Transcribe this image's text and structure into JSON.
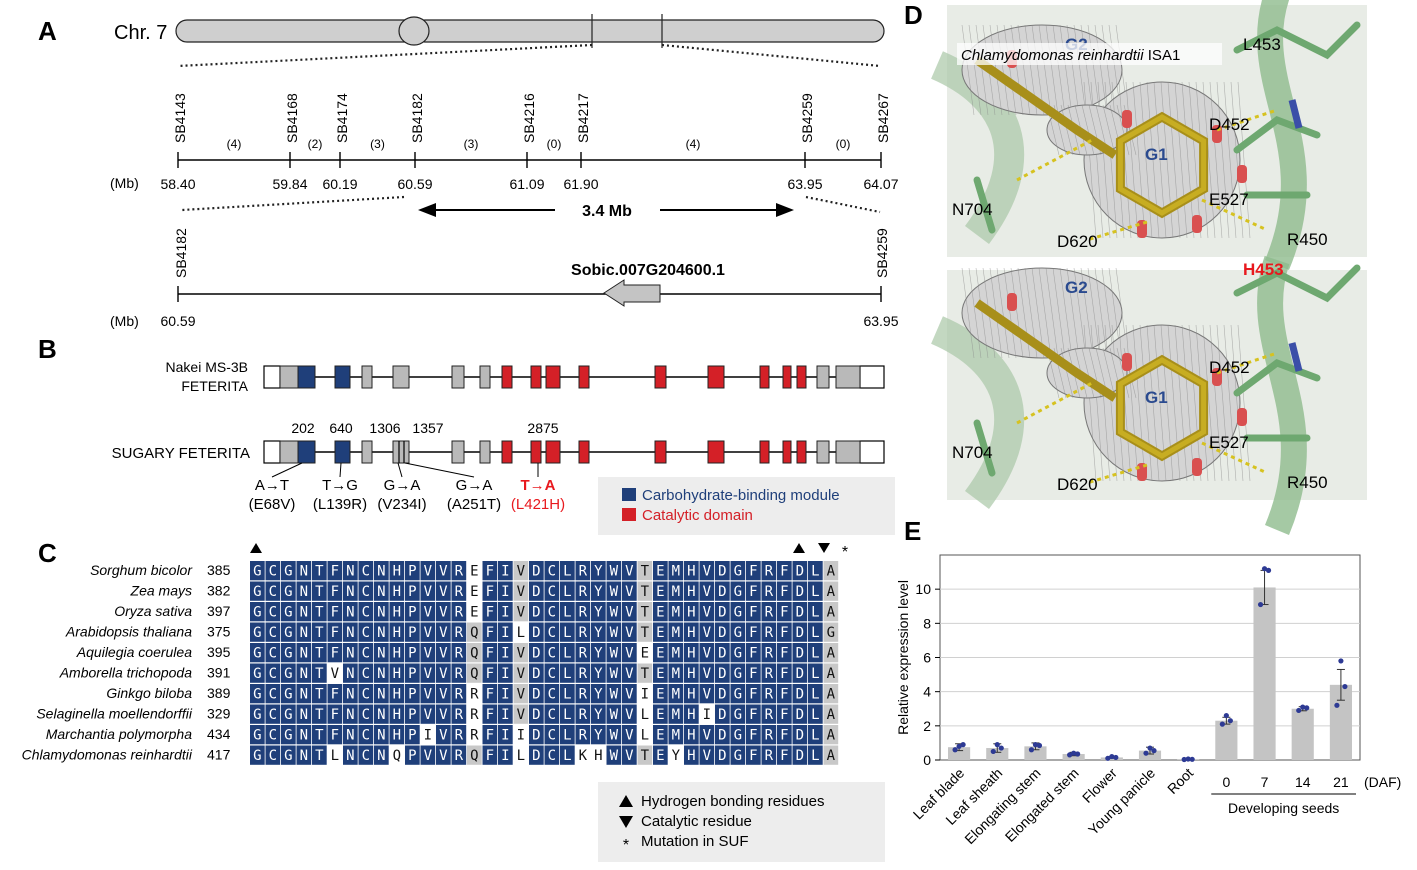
{
  "panel_labels": {
    "a": "A",
    "b": "B",
    "c": "C",
    "d": "D",
    "e": "E"
  },
  "panelA": {
    "chromosome": "Chr. 7",
    "markers_top": [
      {
        "name": "SB4143",
        "pos": "58.40"
      },
      {
        "name": "SB4168",
        "pos": "59.84"
      },
      {
        "name": "SB4174",
        "pos": "60.19"
      },
      {
        "name": "SB4182",
        "pos": "60.59"
      },
      {
        "name": "SB4216",
        "pos": "61.09"
      },
      {
        "name": "SB4217",
        "pos": "61.90"
      },
      {
        "name": "SB4259",
        "pos": "63.95"
      },
      {
        "name": "SB4267",
        "pos": "64.07"
      }
    ],
    "recombinants": [
      "(4)",
      "(2)",
      "(3)",
      "(3)",
      "(0)",
      "(4)",
      "(0)"
    ],
    "unit": "(Mb)",
    "interval": "3.4 Mb",
    "bottom_left_marker": "SB4182",
    "bottom_right_marker": "SB4259",
    "bottom_left_pos": "60.59",
    "bottom_right_pos": "63.95",
    "gene": "Sobic.007G204600.1"
  },
  "panelB": {
    "line1a": "Nakei MS-3B",
    "line1b": "FETERITA",
    "line2": "SUGARY FETERITA",
    "positions": [
      "202",
      "640",
      "1306",
      "1357",
      "2875"
    ],
    "mutations": [
      {
        "nt": "A→T",
        "aa": "(E68V)"
      },
      {
        "nt": "T→G",
        "aa": "(L139R)"
      },
      {
        "nt": "G→A",
        "aa": "(V234I)"
      },
      {
        "nt": "G→A",
        "aa": "(A251T)"
      },
      {
        "nt": "T→A",
        "aa": "(L421H)"
      }
    ],
    "legend_cbm": "Carbohydrate-binding module",
    "legend_cat": "Catalytic domain",
    "colors": {
      "cbm": "#1f3f7a",
      "cat": "#d42027",
      "grey": "#b9b9b9",
      "highlight": "#e8191e"
    }
  },
  "panelC": {
    "species": [
      {
        "name": "Sorghum bicolor",
        "start": "385",
        "seq": "GCGNTFNCNHPVVREFIVDCLRYWVTEMHVDGFRFDLA"
      },
      {
        "name": "Zea mays",
        "start": "382",
        "seq": "GCGNTFNCNHPVVREFIVDCLRYWVTEMHVDGFRFDLA"
      },
      {
        "name": "Oryza sativa",
        "start": "397",
        "seq": "GCGNTFNCNHPVVREFIVDCLRYWVTEMHVDGFRFDLA"
      },
      {
        "name": "Arabidopsis thaliana",
        "start": "375",
        "seq": "GCGNTFNCNHPVVRQFILDCLRYWVTEMHVDGFRFDLG"
      },
      {
        "name": "Aquilegia coerulea",
        "start": "395",
        "seq": "GCGNTFNCNHPVVRQFIVDCLRYWVEEMHVDGFRFDLA"
      },
      {
        "name": "Amborella trichopoda",
        "start": "391",
        "seq": "GCGNTVNCNHPVVRQFIVDCLRYWVTEMHVDGFRFDLA"
      },
      {
        "name": "Ginkgo biloba",
        "start": "389",
        "seq": "GCGNTFNCNHPVVRRFIVDCLRYWVIEMHVDGFRFDLA"
      },
      {
        "name": "Selaginella moellendorffii",
        "start": "329",
        "seq": "GCGNTFNCNHPVVRRFIVDCLRYWVLEMHIDGFRFDLA"
      },
      {
        "name": "Marchantia polymorpha",
        "start": "434",
        "seq": "GCGNTFNCNHPIVRRFIIDCLRYWVLEMHVDGFRFDLA"
      },
      {
        "name": "Chlamydomonas reinhardtii",
        "start": "417",
        "seq": "GCGNTLNCNQPVVRQFILDCLKHWVTEYHVDGFRFDLA"
      }
    ],
    "legend_hbond": "Hydrogen bonding residues",
    "legend_cat": "Catalytic residue",
    "legend_mut": "Mutation in SUF",
    "colors": {
      "conserved": "#1f3f7a",
      "similar": "#c8c8c8"
    }
  },
  "panelD": {
    "title": "Chlamydomonas reinhardtii ISA1",
    "top": {
      "residue": "L453",
      "labels": [
        "G2",
        "G1",
        "D452",
        "N704",
        "E527",
        "D620",
        "R450"
      ]
    },
    "bottom": {
      "residue": "H453",
      "labels": [
        "G2",
        "G1",
        "D452",
        "N704",
        "E527",
        "D620",
        "R450"
      ]
    }
  },
  "chart_data": {
    "type": "bar",
    "categories": [
      "Leaf blade",
      "Leaf sheath",
      "Elongating stem",
      "Elongated stem",
      "Flower",
      "Young panicle",
      "Root",
      "0",
      "7",
      "14",
      "21"
    ],
    "values": [
      0.75,
      0.7,
      0.8,
      0.35,
      0.15,
      0.55,
      0.05,
      2.3,
      10.1,
      3.0,
      4.4
    ],
    "errors": [
      0.2,
      0.25,
      0.2,
      0.1,
      0.05,
      0.2,
      0.03,
      0.2,
      1.0,
      0.12,
      0.9
    ],
    "points": [
      [
        0.6,
        0.8,
        0.9
      ],
      [
        0.5,
        0.9,
        0.7
      ],
      [
        0.6,
        0.9,
        0.85
      ],
      [
        0.3,
        0.4,
        0.35
      ],
      [
        0.1,
        0.2,
        0.15
      ],
      [
        0.4,
        0.7,
        0.55
      ],
      [
        0.03,
        0.06,
        0.04
      ],
      [
        2.1,
        2.6,
        2.3
      ],
      [
        9.1,
        11.2,
        11.1
      ],
      [
        2.9,
        3.1,
        3.05
      ],
      [
        3.2,
        5.8,
        4.3
      ]
    ],
    "ylabel": "Relative expression level",
    "group_label": "Developing seeds",
    "unit_label": "(DAF)",
    "ylim": [
      0,
      12
    ],
    "yticks": [
      0,
      2,
      4,
      6,
      8,
      10
    ],
    "grid": true,
    "colors": {
      "bar": "#c4c4c4",
      "point": "#2d3a94"
    }
  }
}
